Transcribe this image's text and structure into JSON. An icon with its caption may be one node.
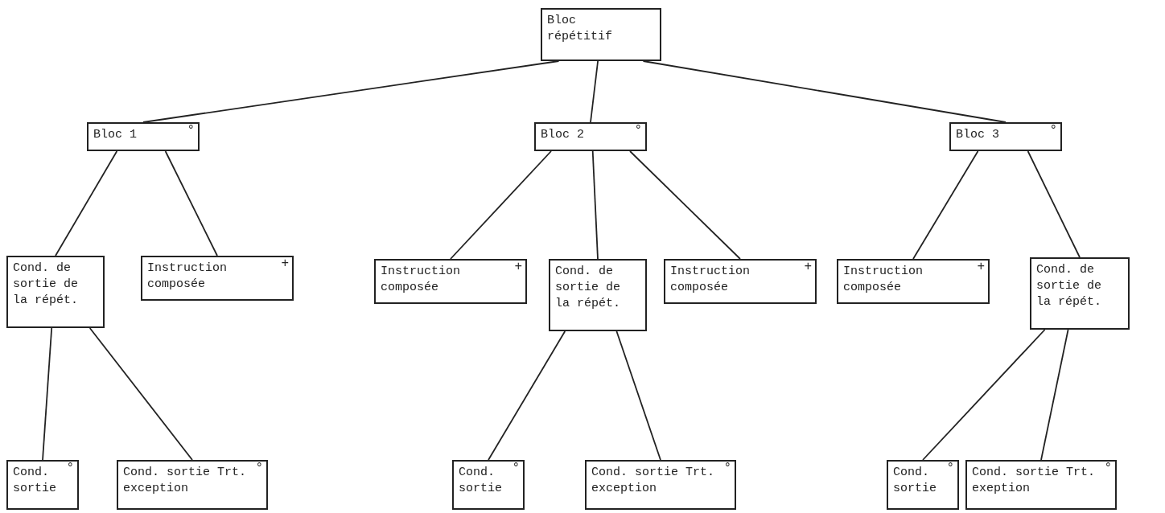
{
  "diagram": {
    "nodes": [
      {
        "text": [
          "Bloc répétitif"
        ]
      },
      {
        "text": [
          "°",
          "Bloc 1"
        ]
      },
      {
        "text": [
          "°",
          "Bloc 2"
        ]
      },
      {
        "text": [
          "°",
          "Bloc 3"
        ]
      },
      {
        "text": [
          "Cond. de sortie de la répét."
        ]
      },
      {
        "text": [
          "+",
          "Instruction composée"
        ]
      },
      {
        "text": [
          "+",
          "Instruction composée"
        ]
      },
      {
        "text": [
          "Cond. de sortie de la répét."
        ]
      },
      {
        "text": [
          "+",
          "Instruction composée"
        ]
      },
      {
        "text": [
          "+",
          "Instruction composée"
        ]
      },
      {
        "text": [
          "Cond. de sortie de la répét."
        ]
      },
      {
        "text": [
          "°",
          "Cond. sortie"
        ]
      },
      {
        "text": [
          "°",
          "Cond. sortie Trt. exception"
        ]
      },
      {
        "text": [
          "°",
          "Cond. sortie"
        ]
      },
      {
        "text": [
          "°",
          "Cond. sortie Trt. exception"
        ]
      },
      {
        "text": [
          "°",
          "Cond. sortie"
        ]
      },
      {
        "text": [
          "°",
          "Cond. sortie Trt. exeption"
        ]
      }
    ],
    "edges": [
      {
        "from": 0,
        "to": 1,
        "arrow": "none"
      },
      {
        "from": 0,
        "to": 2,
        "arrow": "none"
      },
      {
        "from": 0,
        "to": 3,
        "arrow": "none"
      },
      {
        "from": 1,
        "to": 4,
        "arrow": "none"
      },
      {
        "from": 1,
        "to": 5,
        "arrow": "none"
      },
      {
        "from": 2,
        "to": 6,
        "arrow": "none"
      },
      {
        "from": 2,
        "to": 7,
        "arrow": "none"
      },
      {
        "from": 2,
        "to": 8,
        "arrow": "none"
      },
      {
        "from": 3,
        "to": 9,
        "arrow": "none"
      },
      {
        "from": 3,
        "to": 10,
        "arrow": "none"
      },
      {
        "from": 4,
        "to": 11,
        "arrow": "none"
      },
      {
        "from": 4,
        "to": 12,
        "arrow": "none"
      },
      {
        "from": 7,
        "to": 13,
        "arrow": "none"
      },
      {
        "from": 7,
        "to": 14,
        "arrow": "none"
      },
      {
        "from": 10,
        "to": 15,
        "arrow": "none"
      },
      {
        "from": 10,
        "to": 16,
        "arrow": "none"
      }
    ]
  }
}
